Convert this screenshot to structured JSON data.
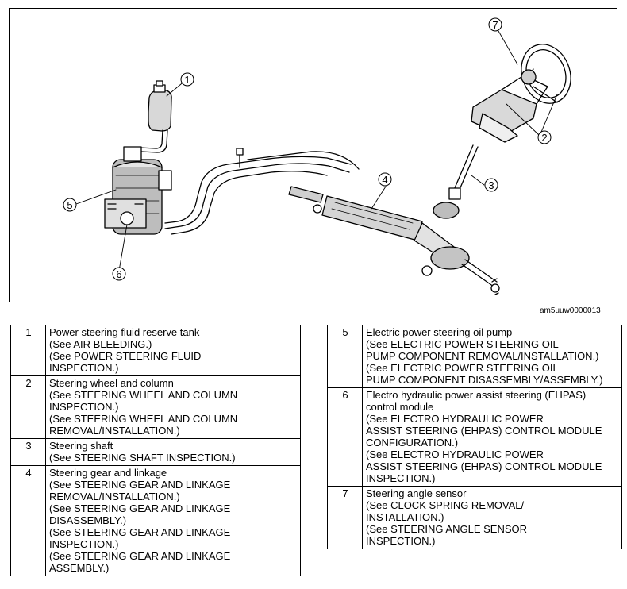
{
  "figure": {
    "image_code": "am5uuw0000013",
    "callouts": [
      "1",
      "2",
      "3",
      "4",
      "5",
      "6",
      "7"
    ]
  },
  "legend": {
    "left": [
      {
        "number": "1",
        "lines": [
          "Power steering fluid reserve tank",
          "(See AIR BLEEDING.)",
          "(See POWER STEERING FLUID",
          "INSPECTION.)"
        ]
      },
      {
        "number": "2",
        "lines": [
          "Steering wheel and column",
          "(See STEERING WHEEL AND COLUMN",
          "INSPECTION.)",
          "(See STEERING WHEEL AND COLUMN",
          "REMOVAL/INSTALLATION.)"
        ]
      },
      {
        "number": "3",
        "lines": [
          "Steering shaft",
          "(See STEERING SHAFT INSPECTION.)"
        ]
      },
      {
        "number": "4",
        "lines": [
          "Steering gear and linkage",
          "(See STEERING GEAR AND LINKAGE",
          "REMOVAL/INSTALLATION.)",
          "(See STEERING GEAR AND LINKAGE",
          "DISASSEMBLY.)",
          "(See STEERING GEAR AND LINKAGE",
          "INSPECTION.)",
          "(See STEERING GEAR AND LINKAGE",
          "ASSEMBLY.)"
        ]
      }
    ],
    "right": [
      {
        "number": "5",
        "lines": [
          "Electric power steering oil pump",
          "(See ELECTRIC POWER STEERING OIL",
          "PUMP COMPONENT REMOVAL/INSTALLATION.)",
          "(See ELECTRIC POWER STEERING OIL",
          "PUMP COMPONENT DISASSEMBLY/ASSEMBLY.)"
        ]
      },
      {
        "number": "6",
        "lines": [
          "Electro hydraulic power assist steering (EHPAS)",
          "control module",
          "(See ELECTRO HYDRAULIC POWER",
          "ASSIST STEERING (EHPAS) CONTROL MODULE",
          "CONFIGURATION.)",
          "(See ELECTRO HYDRAULIC POWER",
          "ASSIST STEERING (EHPAS) CONTROL MODULE",
          "INSPECTION.)"
        ]
      },
      {
        "number": "7",
        "lines": [
          "Steering angle sensor",
          "(See CLOCK SPRING REMOVAL/",
          "INSTALLATION.)",
          "(See STEERING ANGLE SENSOR",
          "INSPECTION.)"
        ]
      }
    ]
  }
}
